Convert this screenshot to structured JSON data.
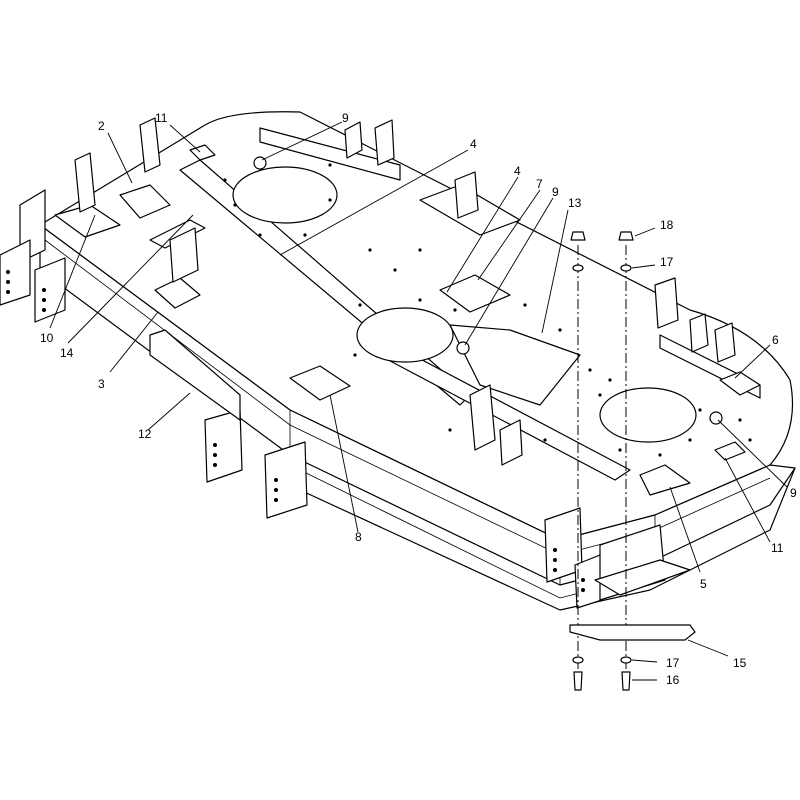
{
  "callouts": [
    {
      "id": "c2",
      "text": "2"
    },
    {
      "id": "c11a",
      "text": "11"
    },
    {
      "id": "c9a",
      "text": "9"
    },
    {
      "id": "c4a",
      "text": "4"
    },
    {
      "id": "c4b",
      "text": "4"
    },
    {
      "id": "c7",
      "text": "7"
    },
    {
      "id": "c9b",
      "text": "9"
    },
    {
      "id": "c13",
      "text": "13"
    },
    {
      "id": "c18",
      "text": "18"
    },
    {
      "id": "c17a",
      "text": "17"
    },
    {
      "id": "c6",
      "text": "6"
    },
    {
      "id": "c10",
      "text": "10"
    },
    {
      "id": "c14",
      "text": "14"
    },
    {
      "id": "c3",
      "text": "3"
    },
    {
      "id": "c12",
      "text": "12"
    },
    {
      "id": "c8",
      "text": "8"
    },
    {
      "id": "c9c",
      "text": "9"
    },
    {
      "id": "c11b",
      "text": "11"
    },
    {
      "id": "c5",
      "text": "5"
    },
    {
      "id": "c15",
      "text": "15"
    },
    {
      "id": "c17b",
      "text": "17"
    },
    {
      "id": "c16",
      "text": "16"
    }
  ]
}
